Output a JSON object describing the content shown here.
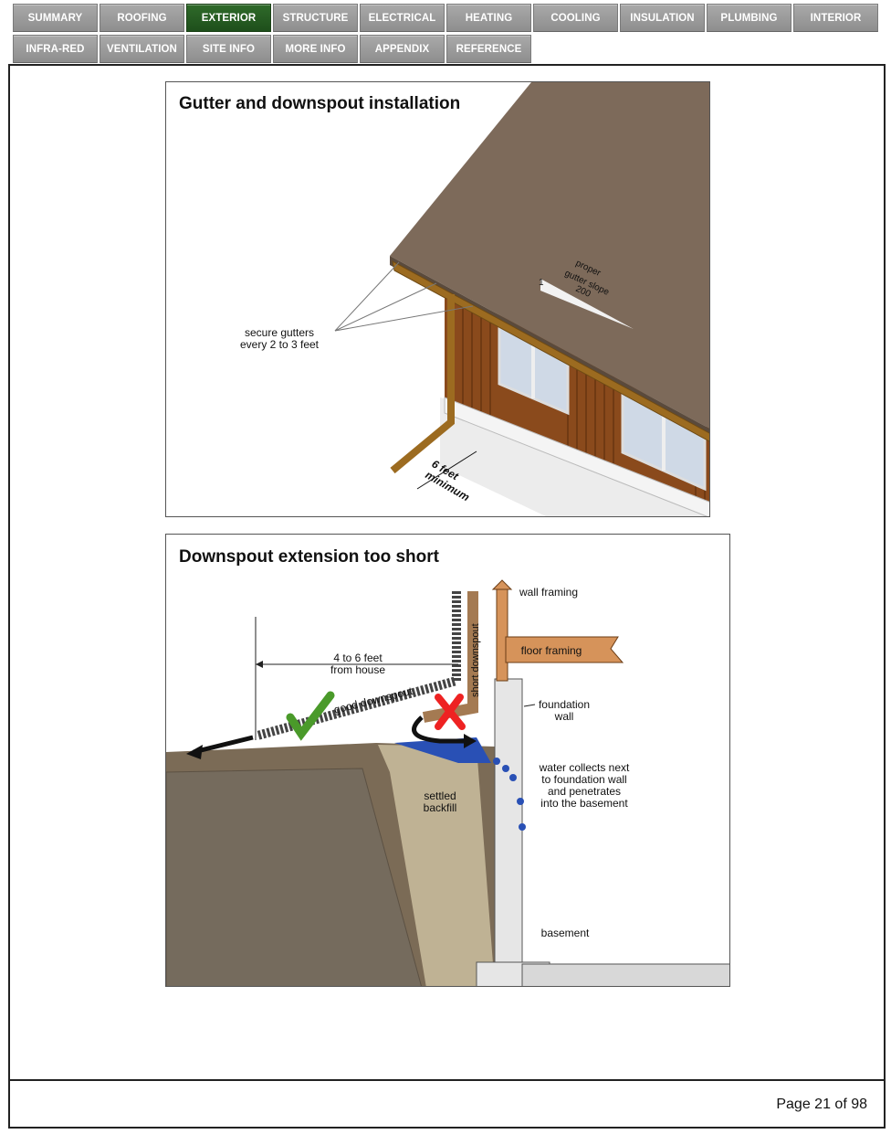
{
  "nav": {
    "row1": [
      "SUMMARY",
      "ROOFING",
      "EXTERIOR",
      "STRUCTURE",
      "ELECTRICAL",
      "HEATING",
      "COOLING",
      "INSULATION",
      "PLUMBING",
      "INTERIOR"
    ],
    "row2": [
      "INFRA-RED",
      "VENTILATION",
      "SITE INFO",
      "MORE INFO",
      "APPENDIX",
      "REFERENCE"
    ],
    "active": "EXTERIOR",
    "active_color": "#2a6325",
    "tab_color": "#9a9a9a"
  },
  "figure1": {
    "title": "Gutter and downspout installation",
    "label_secure_1": "secure gutters",
    "label_secure_2": "every 2 to 3 feet",
    "slope_1": "proper",
    "slope_2": "gutter slope",
    "slope_rise": "1",
    "slope_run": "200",
    "distance_1": "6 feet",
    "distance_2": "minimum"
  },
  "figure2": {
    "title": "Downspout extension too short",
    "wall_framing": "wall framing",
    "floor_framing": "floor framing",
    "distance_1": "4 to 6 feet",
    "distance_2": "from house",
    "good_downspout": "good downspout",
    "short_downspout": "short downspout",
    "foundation_1": "foundation",
    "foundation_2": "wall",
    "water_1": "water collects next",
    "water_2": "to foundation wall",
    "water_3": "and penetrates",
    "water_4": "into the basement",
    "backfill_1": "settled",
    "backfill_2": "backfill",
    "basement": "basement"
  },
  "footer": {
    "page_label": "Page 21 of 98"
  }
}
